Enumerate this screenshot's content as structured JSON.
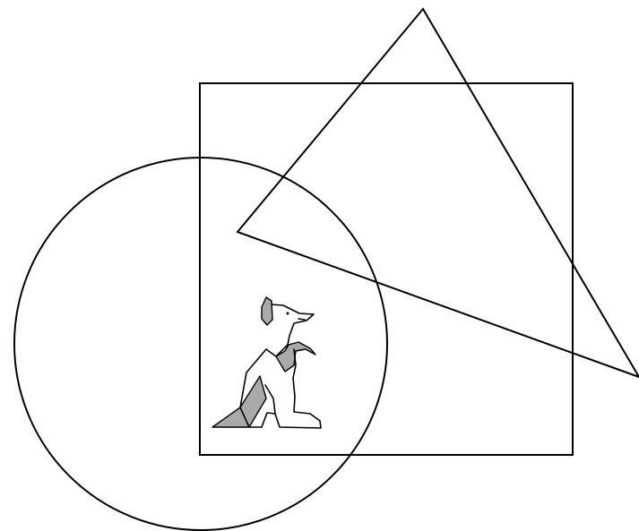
{
  "colors": {
    "background": "#ffffff",
    "stroke": "#000000",
    "kangaroo_shade": "#aaaaaa"
  },
  "shapes": [
    {
      "kind": "square",
      "name": "square-shape"
    },
    {
      "kind": "circle",
      "name": "circle-shape"
    },
    {
      "kind": "triangle",
      "name": "triangle-shape"
    }
  ],
  "mascot": {
    "icon": "kangaroo-icon"
  }
}
